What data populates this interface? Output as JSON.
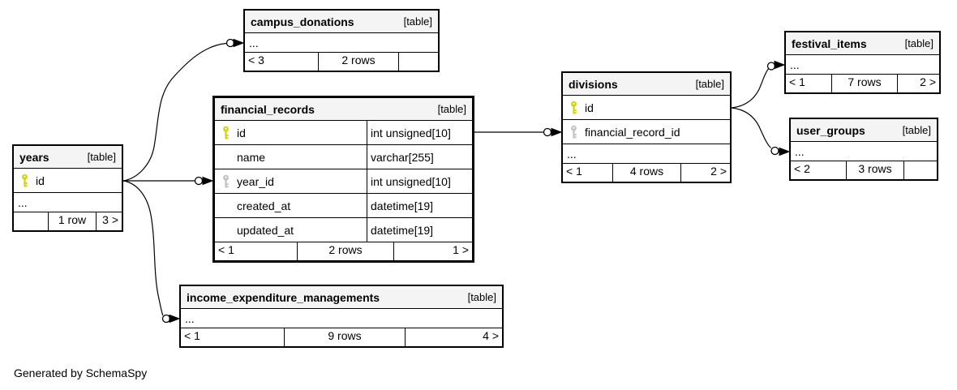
{
  "page": {
    "footer_note": "Generated by SchemaSpy"
  },
  "colors": {
    "key_primary": "#d4d404",
    "key_foreign": "#c2c2c2",
    "header_bg": "#f4f4f4"
  },
  "tables": [
    {
      "name": "campus_donations",
      "badge": "[table]",
      "ellipsis": "...",
      "footer": {
        "left": "< 3",
        "center": "2 rows",
        "right": ""
      }
    },
    {
      "name": "festival_items",
      "badge": "[table]",
      "ellipsis": "...",
      "footer": {
        "left": "< 1",
        "center": "7 rows",
        "right": "2 >"
      }
    },
    {
      "name": "divisions",
      "badge": "[table]",
      "ellipsis": "...",
      "columns": [
        {
          "name": "id",
          "key": "primary"
        },
        {
          "name": "financial_record_id",
          "key": "foreign"
        }
      ],
      "footer": {
        "left": "< 1",
        "center": "4 rows",
        "right": "2 >"
      }
    },
    {
      "name": "user_groups",
      "badge": "[table]",
      "ellipsis": "...",
      "footer": {
        "left": "< 2",
        "center": "3 rows",
        "right": ""
      }
    },
    {
      "name": "financial_records",
      "badge": "[table]",
      "columns": [
        {
          "name": "id",
          "key": "primary",
          "type": "int unsigned[10]"
        },
        {
          "name": "name",
          "type": "varchar[255]"
        },
        {
          "name": "year_id",
          "key": "foreign",
          "type": "int unsigned[10]"
        },
        {
          "name": "created_at",
          "type": "datetime[19]"
        },
        {
          "name": "updated_at",
          "type": "datetime[19]"
        }
      ],
      "footer": {
        "left": "< 1",
        "center": "2 rows",
        "right": "1 >"
      }
    },
    {
      "name": "years",
      "badge": "[table]",
      "ellipsis": "...",
      "columns": [
        {
          "name": "id",
          "key": "primary"
        }
      ],
      "footer": {
        "left": "",
        "center": "1 row",
        "right": "3 >"
      }
    },
    {
      "name": "income_expenditure_managements",
      "badge": "[table]",
      "ellipsis": "...",
      "footer": {
        "left": "< 1",
        "center": "9 rows",
        "right": "4 >"
      }
    }
  ],
  "relationships": [
    {
      "from": "years.id",
      "to": "campus_donations"
    },
    {
      "from": "years.id",
      "to": "financial_records.year_id"
    },
    {
      "from": "years.id",
      "to": "income_expenditure_managements"
    },
    {
      "from": "financial_records.id",
      "to": "divisions.financial_record_id"
    },
    {
      "from": "divisions.id",
      "to": "festival_items"
    },
    {
      "from": "divisions.id",
      "to": "user_groups"
    }
  ]
}
